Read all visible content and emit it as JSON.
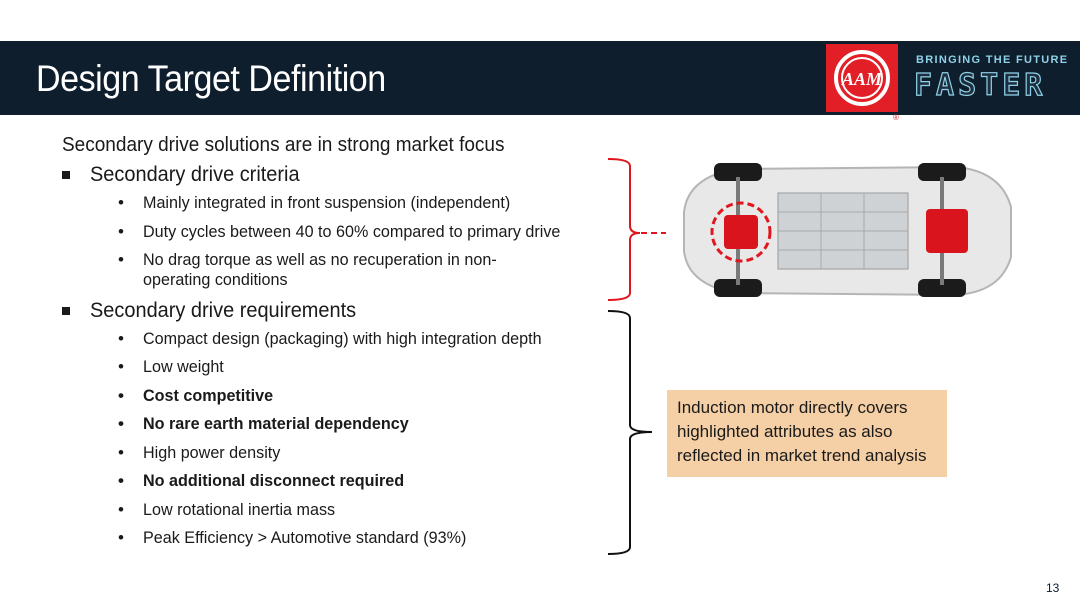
{
  "slide": {
    "title": "Design Target Definition",
    "page_number": "13"
  },
  "brand": {
    "logo_text": "AAM",
    "registered_mark": "®",
    "tagline_top": "BRINGING THE FUTURE",
    "tagline_bottom": "FASTER",
    "brand_red": "#e21f26",
    "header_navy": "#0e1e2c",
    "accent_cyan": "#8fd1e8"
  },
  "body": {
    "intro": "Secondary drive solutions are in strong market focus",
    "criteria": {
      "heading": "Secondary drive criteria",
      "items": [
        {
          "text": "Mainly integrated in front suspension (independent)"
        },
        {
          "text": "Duty cycles between 40 to 60% compared to primary drive"
        },
        {
          "text": "No drag torque as well as no recuperation in non-operating conditions"
        }
      ]
    },
    "requirements": {
      "heading": "Secondary drive requirements",
      "items": [
        {
          "text": "Compact design (packaging) with high integration depth",
          "bold": false
        },
        {
          "text": "Low weight",
          "bold": false
        },
        {
          "text": "Cost competitive",
          "bold": true
        },
        {
          "text": "No rare earth material dependency",
          "bold": true
        },
        {
          "text": "High power density",
          "bold": false
        },
        {
          "text": "No additional disconnect required",
          "bold": true
        },
        {
          "text": "Low rotational inertia mass",
          "bold": false
        },
        {
          "text": "Peak Efficiency > Automotive standard (93%)",
          "bold": false
        }
      ]
    }
  },
  "callout": {
    "text": "Induction motor directly covers highlighted attributes as also reflected in market trend analysis",
    "background": "#f5cfa5"
  },
  "colors": {
    "highlight_red": "#e0161e"
  }
}
